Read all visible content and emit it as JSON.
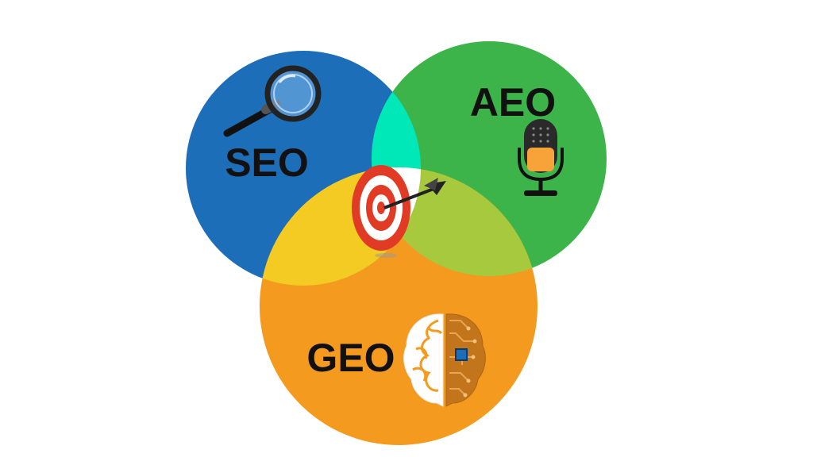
{
  "diagram": {
    "sets": [
      {
        "id": "seo",
        "label": "SEO",
        "color": "#1c6eb8",
        "icon": "magnifying-glass-icon"
      },
      {
        "id": "aeo",
        "label": "AEO",
        "color": "#3cb449",
        "icon": "microphone-icon"
      },
      {
        "id": "geo",
        "label": "GEO",
        "color": "#f39a1f",
        "icon": "brain-circuit-icon"
      }
    ],
    "overlaps": {
      "seo_aeo": "#00e8b8",
      "seo_geo": "#f3cb22",
      "aeo_geo": "#a7c93e",
      "center": "#ffffff"
    },
    "center_icon": "target-arrow-icon",
    "icon_colors": {
      "target_red": "#e23b25",
      "mic_fill": "#f8a23a",
      "dark": "#1a1a1a"
    }
  }
}
